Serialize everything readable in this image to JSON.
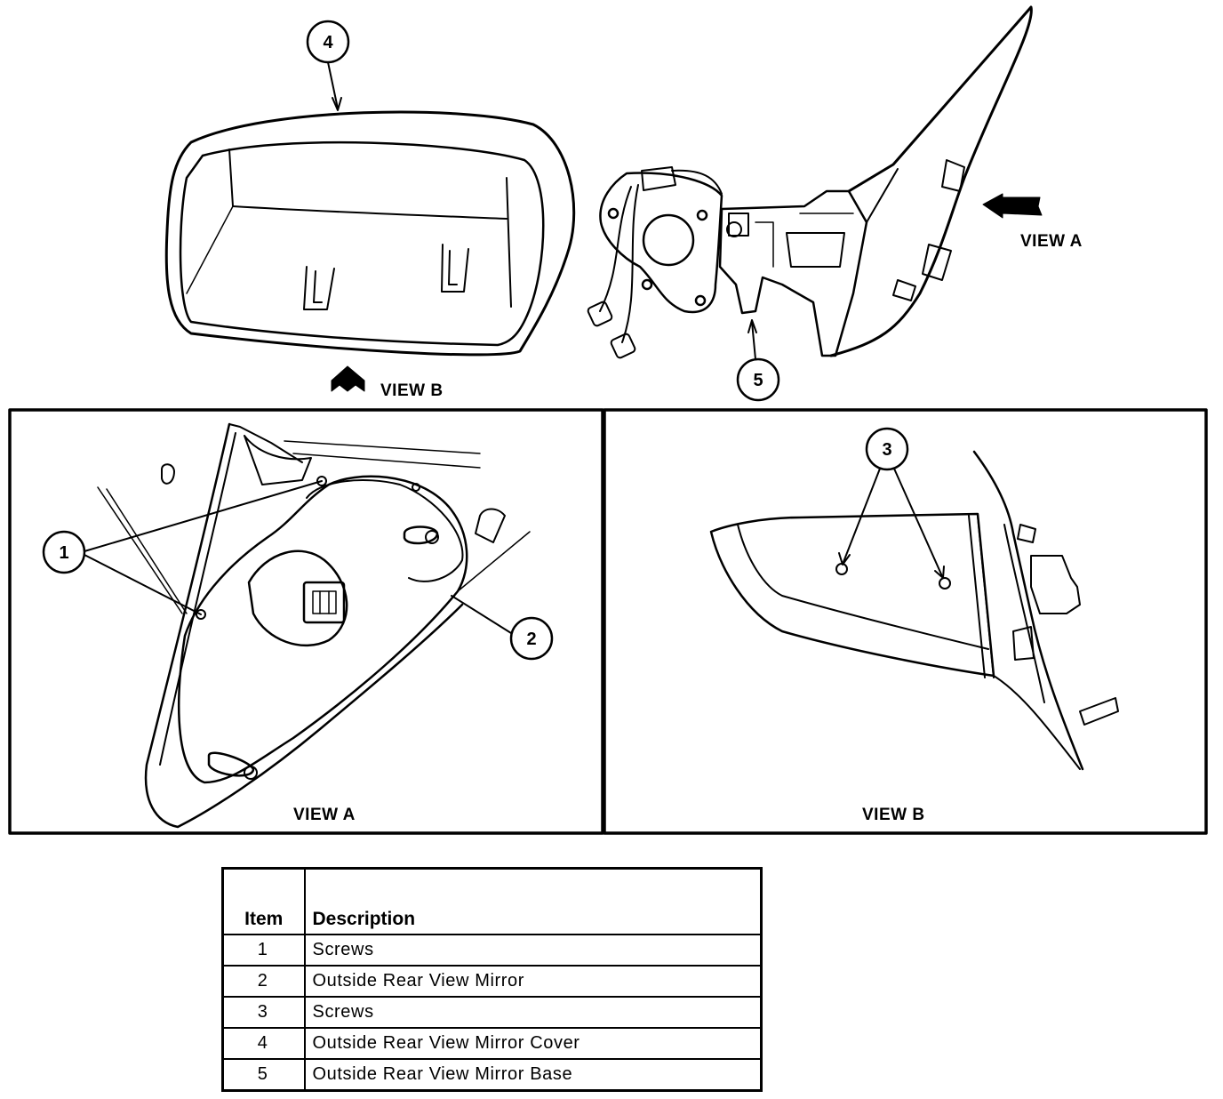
{
  "callouts": {
    "c1": "1",
    "c2": "2",
    "c3": "3",
    "c4": "4",
    "c5": "5"
  },
  "labels": {
    "view_a_arrow": "VIEW A",
    "view_b_arrow": "VIEW B",
    "view_a_panel": "VIEW A",
    "view_b_panel": "VIEW B"
  },
  "table": {
    "header_item": "Item",
    "header_description": "Description",
    "rows": [
      {
        "item": "1",
        "description": "Screws"
      },
      {
        "item": "2",
        "description": "Outside Rear View Mirror"
      },
      {
        "item": "3",
        "description": "Screws"
      },
      {
        "item": "4",
        "description": "Outside Rear View Mirror Cover"
      },
      {
        "item": "5",
        "description": "Outside Rear View Mirror Base"
      }
    ]
  },
  "colors": {
    "line": "#000000",
    "background": "#ffffff"
  }
}
